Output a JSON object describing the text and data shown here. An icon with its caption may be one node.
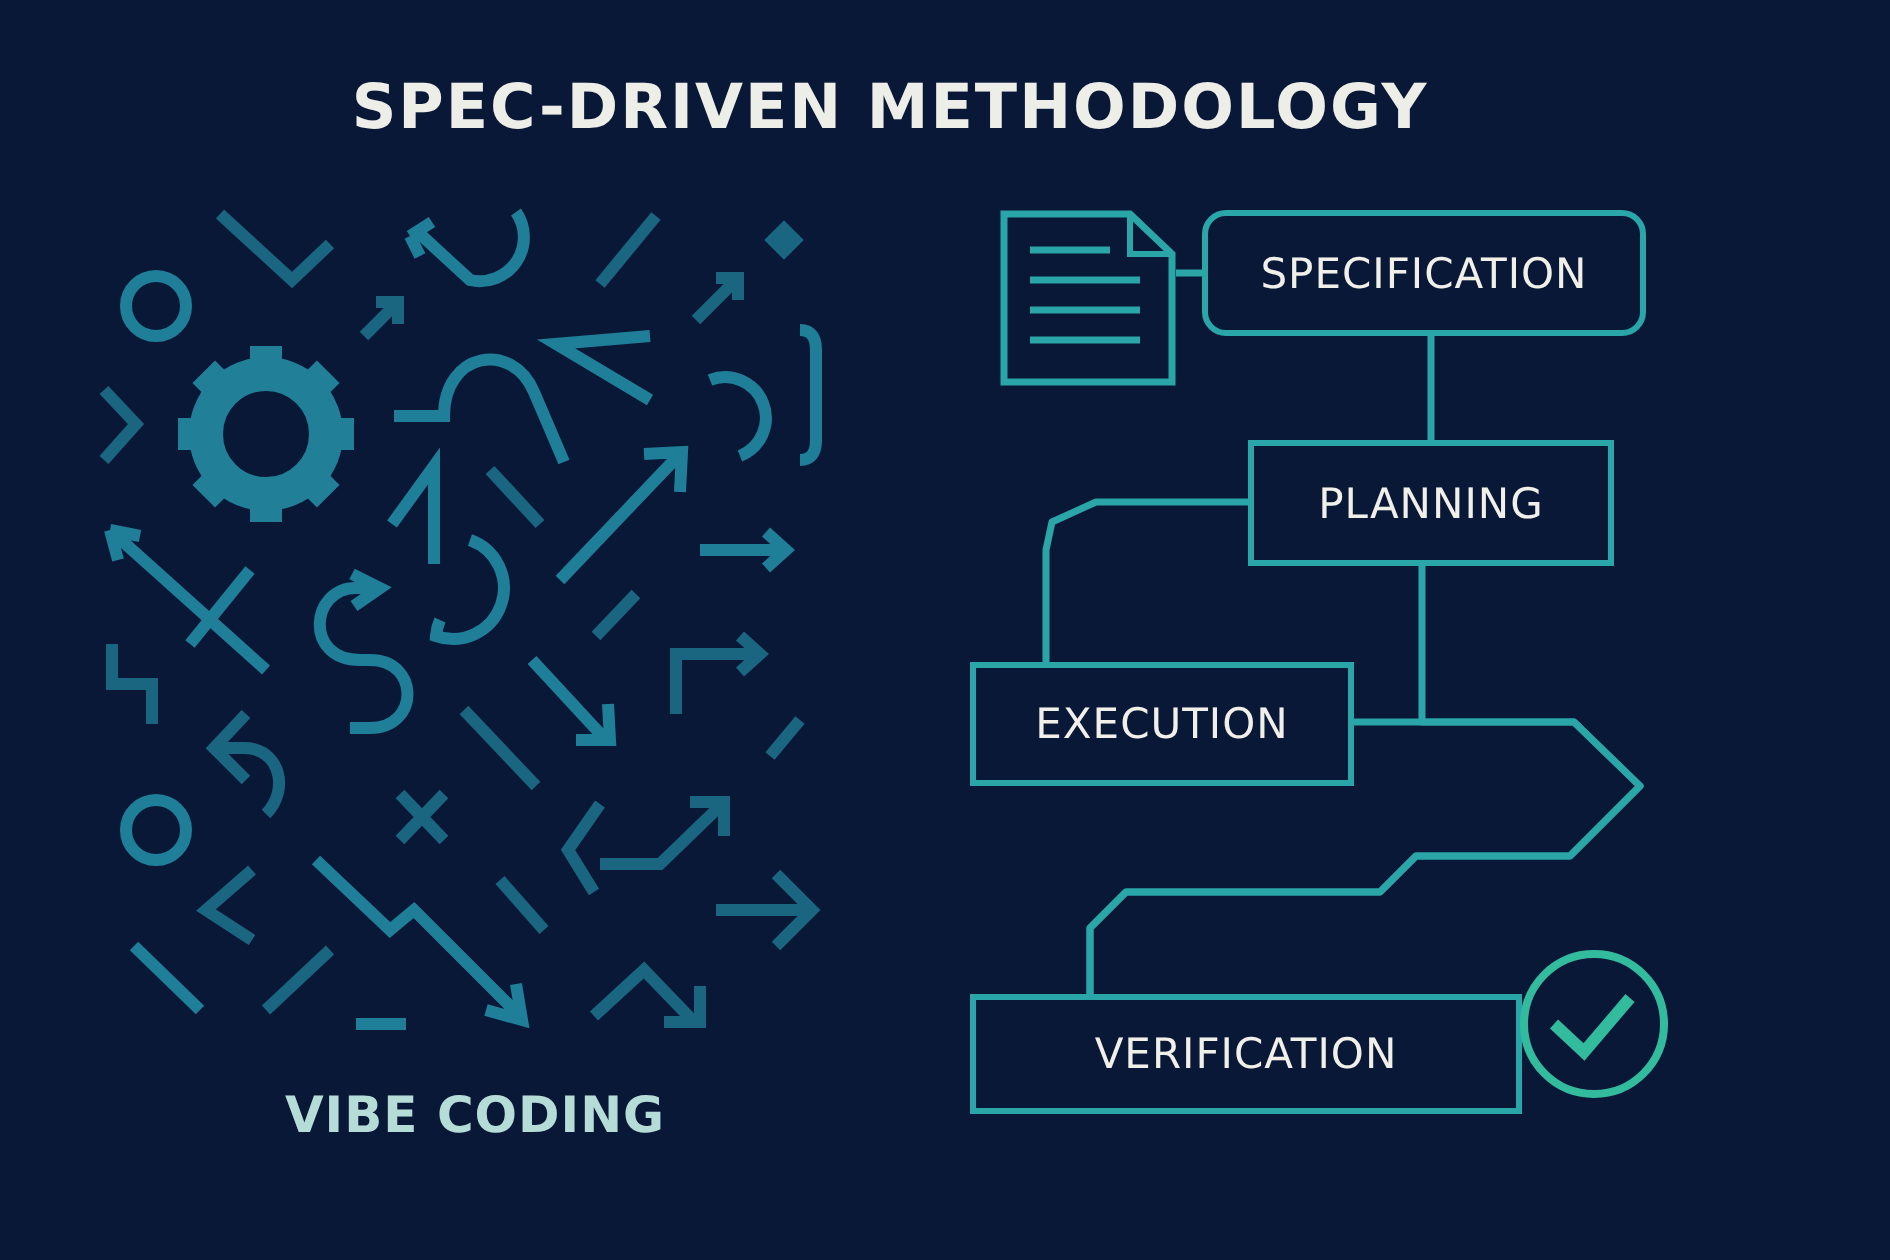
{
  "diagram": {
    "title": "SPEC-DRIVEN METHODOLOGY",
    "nodes": [
      {
        "text": [],
        "shape": "picture"
      },
      {
        "text": [
          "SPECIFICATION"
        ]
      },
      {
        "text": [
          "PLANNING"
        ]
      },
      {
        "text": [
          "EXECUTION"
        ]
      },
      {
        "text": [
          "VERIFICATION"
        ]
      }
    ],
    "edges": [
      {
        "from": 0,
        "to": 1,
        "arrow": "none"
      },
      {
        "from": 1,
        "to": 2,
        "arrow": "none"
      },
      {
        "from": 2,
        "to": 3,
        "arrow": "none"
      },
      {
        "from": 2,
        "to": 4,
        "arrow": "none"
      },
      {
        "from": 3,
        "to": 4,
        "arrow": "none"
      }
    ],
    "labels": [
      "VIBE CODING"
    ]
  }
}
